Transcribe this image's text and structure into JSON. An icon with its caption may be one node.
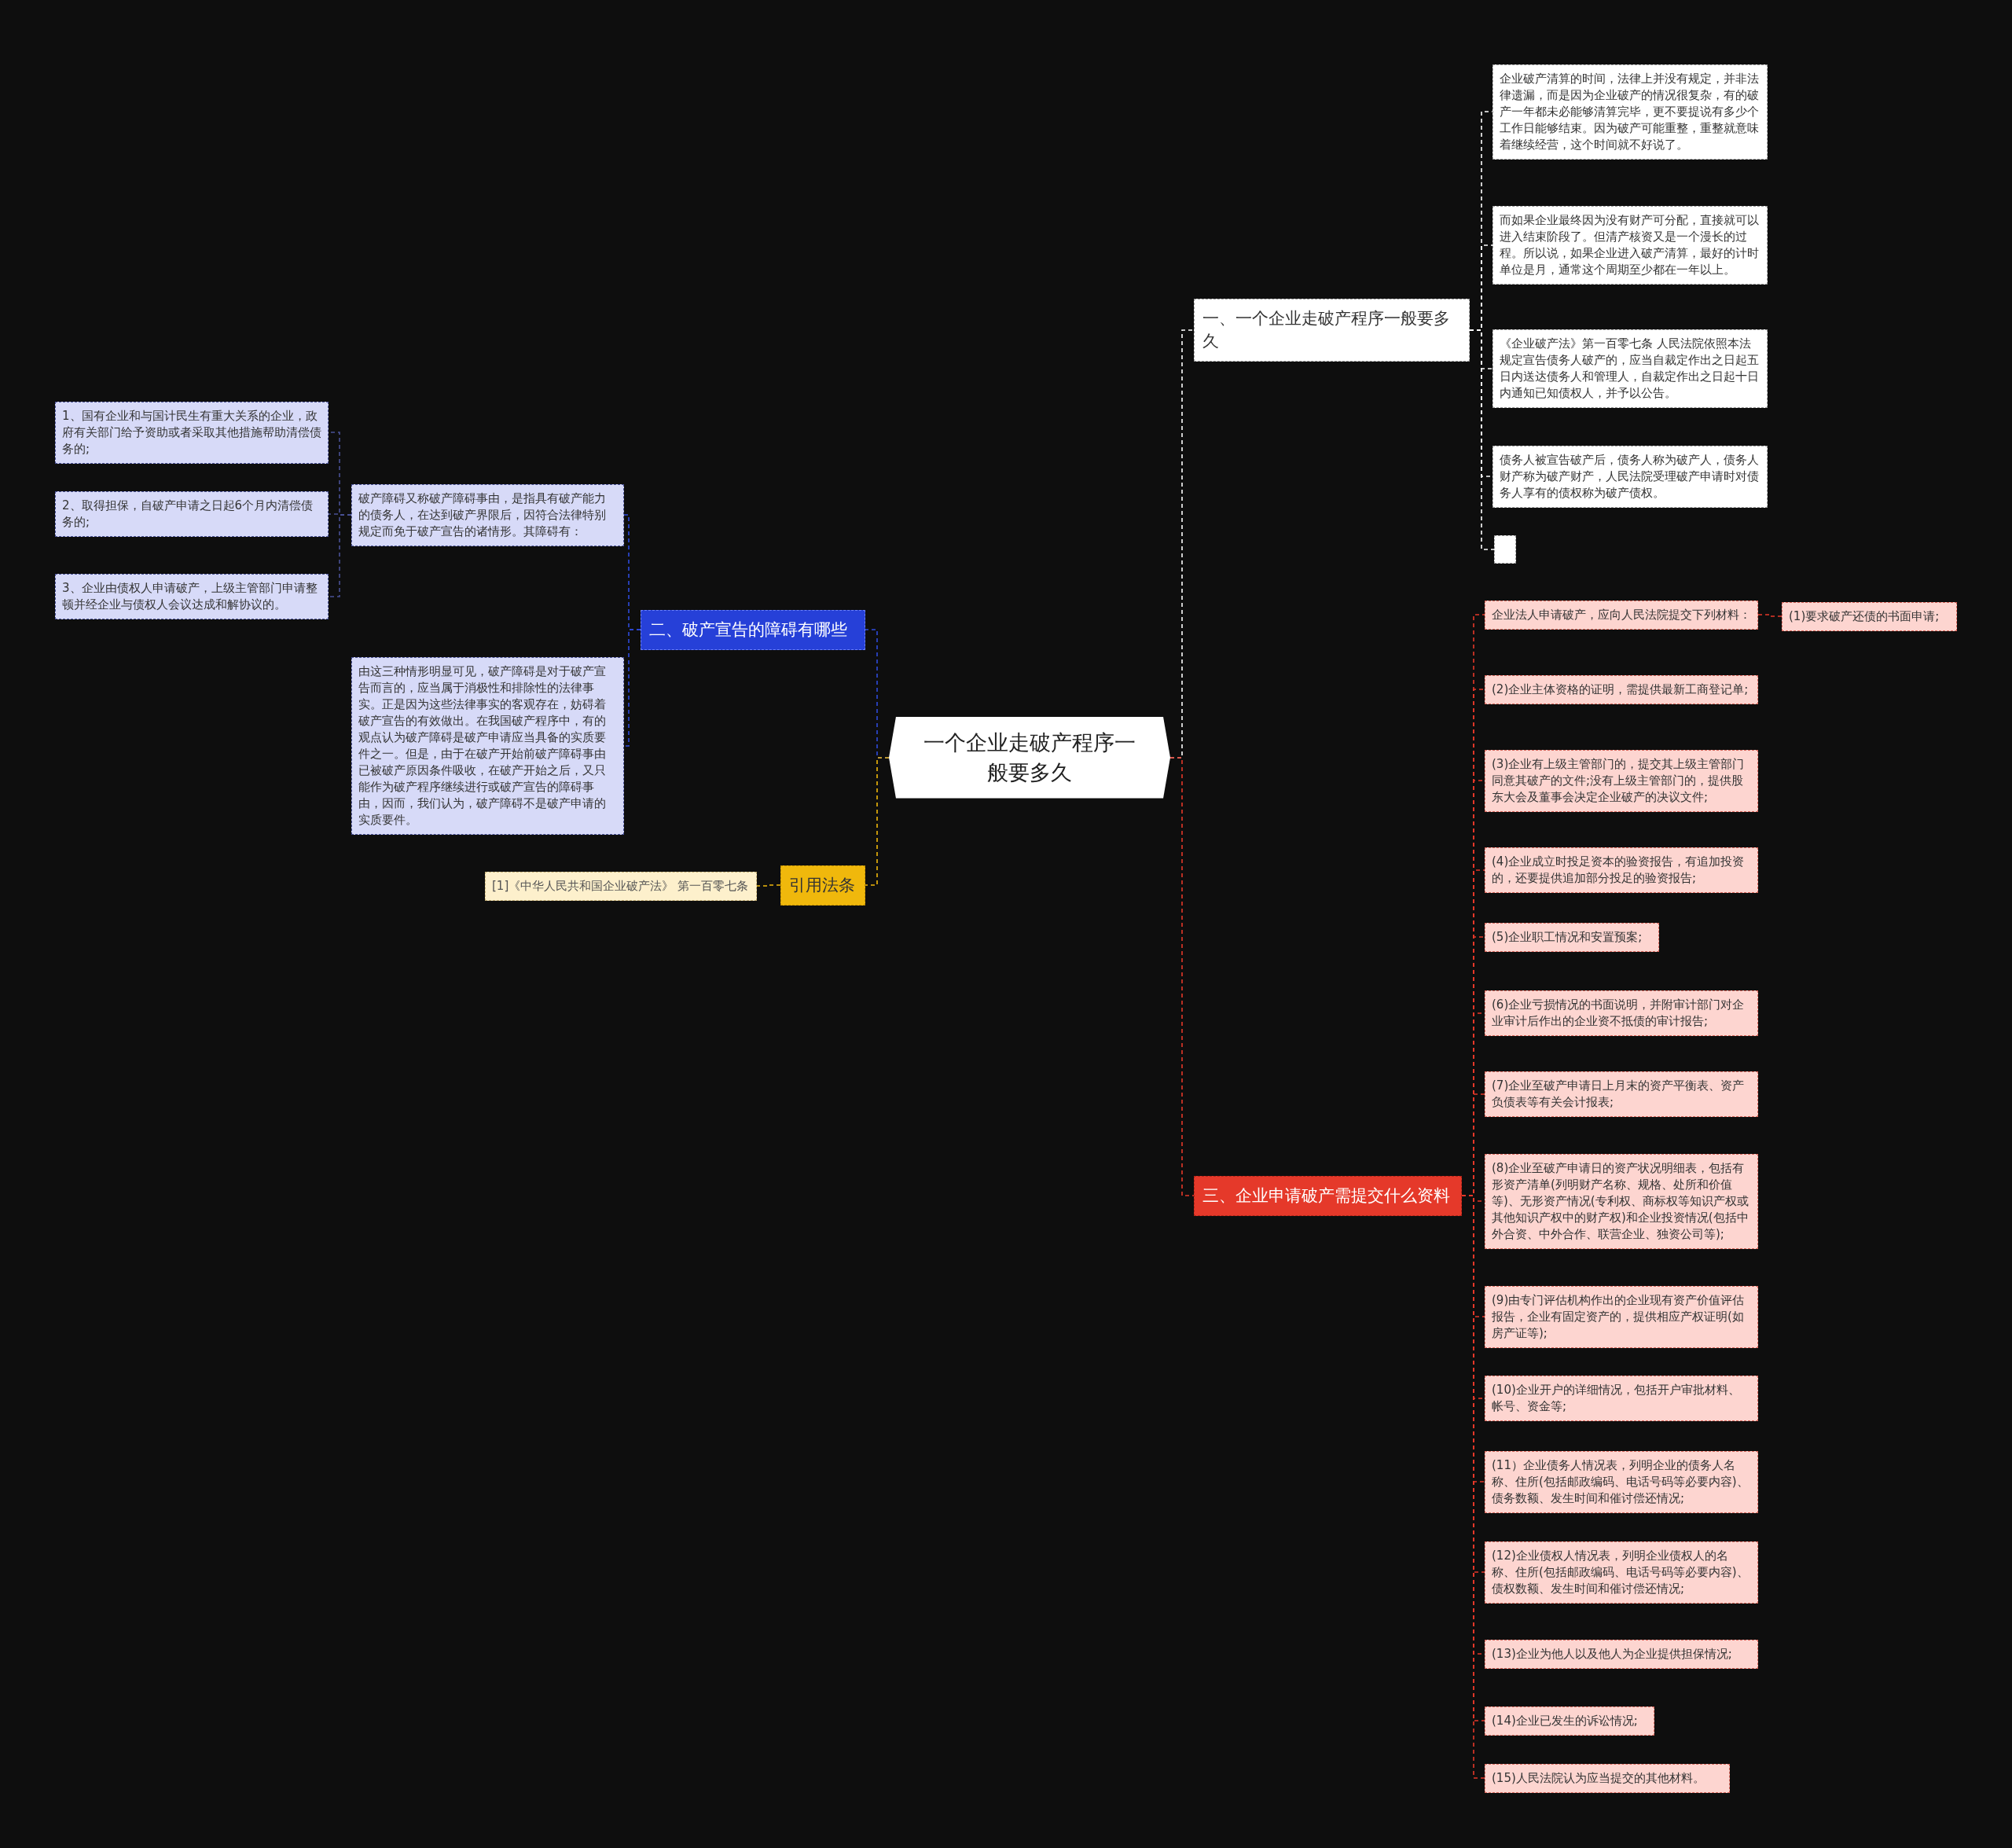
{
  "diagram": {
    "nodes": [
      {
        "text": [
          "一个企业走破产程序一般要多久"
        ]
      },
      {
        "text": [
          "一、一个企业走破产程序一般要多久"
        ]
      },
      {
        "text": [
          "企业破产清算的时间，法律上并没有规定，并非法律遗漏，而是因为企业破产的情况很复杂，有的破产一年都未必能够清算完毕，更不要提说有多少个工作日能够结束。因为破产可能重整，重整就意味着继续经营，这个时间就不好说了。"
        ]
      },
      {
        "text": [
          "而如果企业最终因为没有财产可分配，直接就可以进入结束阶段了。但清产核资又是一个漫长的过程。所以说，如果企业进入破产清算，最好的计时单位是月，通常这个周期至少都在一年以上。"
        ]
      },
      {
        "text": [
          "《企业破产法》第一百零七条 人民法院依照本法规定宣告债务人破产的，应当自裁定作出之日起五日内送达债务人和管理人，自裁定作出之日起十日内通知已知债权人，并予以公告。"
        ]
      },
      {
        "text": [
          "债务人被宣告破产后，债务人称为破产人，债务人财产称为破产财产，人民法院受理破产申请时对债务人享有的债权称为破产债权。"
        ]
      },
      {
        "text": [],
        "shape": "box"
      },
      {
        "text": [
          "三、企业申请破产需提交什么资料"
        ]
      },
      {
        "text": [
          "企业法人申请破产，应向人民法院提交下列材料："
        ]
      },
      {
        "text": [
          "(1)要求破产还债的书面申请;"
        ]
      },
      {
        "text": [
          "(2)企业主体资格的证明，需提供最新工商登记单;"
        ]
      },
      {
        "text": [
          "(3)企业有上级主管部门的，提交其上级主管部门同意其破产的文件;没有上级主管部门的，提供股东大会及董事会决定企业破产的决议文件;"
        ]
      },
      {
        "text": [
          "(4)企业成立时投足资本的验资报告，有追加投资的，还要提供追加部分投足的验资报告;"
        ]
      },
      {
        "text": [
          "(5)企业职工情况和安置预案;"
        ]
      },
      {
        "text": [
          "(6)企业亏损情况的书面说明，并附审计部门对企业审计后作出的企业资不抵债的审计报告;"
        ]
      },
      {
        "text": [
          "(7)企业至破产申请日上月末的资产平衡表、资产负债表等有关会计报表;"
        ]
      },
      {
        "text": [
          "(8)企业至破产申请日的资产状况明细表，包括有形资产清单(列明财产名称、规格、处所和价值等)、无形资产情况(专利权、商标权等知识产权或其他知识产权中的财产权)和企业投资情况(包括中外合资、中外合作、联营企业、独资公司等);"
        ]
      },
      {
        "text": [
          "(9)由专门评估机构作出的企业现有资产价值评估报告，企业有固定资产的，提供相应产权证明(如房产证等);"
        ]
      },
      {
        "text": [
          "(10)企业开户的详细情况，包括开户审批材料、帐号、资金等;"
        ]
      },
      {
        "text": [
          "(11）企业债务人情况表，列明企业的债务人名称、住所(包括邮政编码、电话号码等必要内容)、债务数额、发生时间和催讨偿还情况;"
        ]
      },
      {
        "text": [
          "(12)企业债权人情况表，列明企业债权人的名称、住所(包括邮政编码、电话号码等必要内容)、债权数额、发生时间和催讨偿还情况;"
        ]
      },
      {
        "text": [
          "(13)企业为他人以及他人为企业提供担保情况;"
        ]
      },
      {
        "text": [
          "(14)企业已发生的诉讼情况;"
        ]
      },
      {
        "text": [
          "(15)人民法院认为应当提交的其他材料。"
        ]
      },
      {
        "text": [
          "二、破产宣告的障碍有哪些"
        ]
      },
      {
        "text": [
          "破产障碍又称破产障碍事由，是指具有破产能力的债务人，在达到破产界限后，因符合法律特别规定而免于破产宣告的诸情形。其障碍有："
        ]
      },
      {
        "text": [
          "1、国有企业和与国计民生有重大关系的企业，政府有关部门给予资助或者采取其他措施帮助清偿债务的;"
        ]
      },
      {
        "text": [
          "2、取得担保，自破产申请之日起6个月内清偿债务的;"
        ]
      },
      {
        "text": [
          "3、企业由债权人申请破产，上级主管部门申请整顿并经企业与债权人会议达成和解协议的。"
        ]
      },
      {
        "text": [
          "由这三种情形明显可见，破产障碍是对于破产宣告而言的，应当属于消极性和排除性的法律事实。正是因为这些法律事实的客观存在，妨碍着破产宣告的有效做出。在我国破产程序中，有的观点认为破产障碍是破产申请应当具备的实质要件之一。但是，由于在破产开始前破产障碍事由已被破产原因条件吸收，在破产开始之后，又只能作为破产程序继续进行或破产宣告的障碍事由，因而，我们认为，破产障碍不是破产申请的实质要件。"
        ]
      },
      {
        "text": [
          "引用法条"
        ]
      },
      {
        "text": [
          "[1]《中华人民共和国企业破产法》 第一百零七条"
        ]
      }
    ],
    "edges": [
      {
        "from": 0,
        "to": 1,
        "arrow": "none",
        "color": "#ffffff"
      },
      {
        "from": 1,
        "to": 2,
        "arrow": "none",
        "color": "#ffffff"
      },
      {
        "from": 1,
        "to": 3,
        "arrow": "none",
        "color": "#ffffff"
      },
      {
        "from": 1,
        "to": 4,
        "arrow": "none",
        "color": "#ffffff"
      },
      {
        "from": 1,
        "to": 5,
        "arrow": "none",
        "color": "#ffffff"
      },
      {
        "from": 1,
        "to": 6,
        "arrow": "none",
        "color": "#ffffff"
      },
      {
        "from": 0,
        "to": 7,
        "arrow": "none"
      },
      {
        "from": 7,
        "to": 8,
        "arrow": "none"
      },
      {
        "from": 8,
        "to": 9,
        "arrow": "none"
      },
      {
        "from": 7,
        "to": 10,
        "arrow": "none"
      },
      {
        "from": 7,
        "to": 11,
        "arrow": "none"
      },
      {
        "from": 7,
        "to": 12,
        "arrow": "none"
      },
      {
        "from": 7,
        "to": 13,
        "arrow": "none"
      },
      {
        "from": 7,
        "to": 14,
        "arrow": "none"
      },
      {
        "from": 7,
        "to": 15,
        "arrow": "none"
      },
      {
        "from": 7,
        "to": 16,
        "arrow": "none"
      },
      {
        "from": 7,
        "to": 17,
        "arrow": "none"
      },
      {
        "from": 7,
        "to": 18,
        "arrow": "none"
      },
      {
        "from": 7,
        "to": 19,
        "arrow": "none"
      },
      {
        "from": 7,
        "to": 20,
        "arrow": "none"
      },
      {
        "from": 7,
        "to": 21,
        "arrow": "none"
      },
      {
        "from": 7,
        "to": 22,
        "arrow": "none"
      },
      {
        "from": 7,
        "to": 23,
        "arrow": "none"
      },
      {
        "from": 0,
        "to": 24,
        "arrow": "none",
        "color": "#2f4bdc"
      },
      {
        "from": 24,
        "to": 25,
        "arrow": "none",
        "color": "#2f4bdc"
      },
      {
        "from": 25,
        "to": 26,
        "arrow": "none",
        "color": "#4a5296"
      },
      {
        "from": 25,
        "to": 27,
        "arrow": "none",
        "color": "#4a5296"
      },
      {
        "from": 25,
        "to": 28,
        "arrow": "none",
        "color": "#4a5296"
      },
      {
        "from": 24,
        "to": 29,
        "arrow": "none",
        "color": "#2f4bdc"
      },
      {
        "from": 0,
        "to": 30,
        "arrow": "none",
        "color": "#f0b80c"
      },
      {
        "from": 30,
        "to": 31,
        "arrow": "none",
        "color": "#f0b80c"
      }
    ]
  }
}
